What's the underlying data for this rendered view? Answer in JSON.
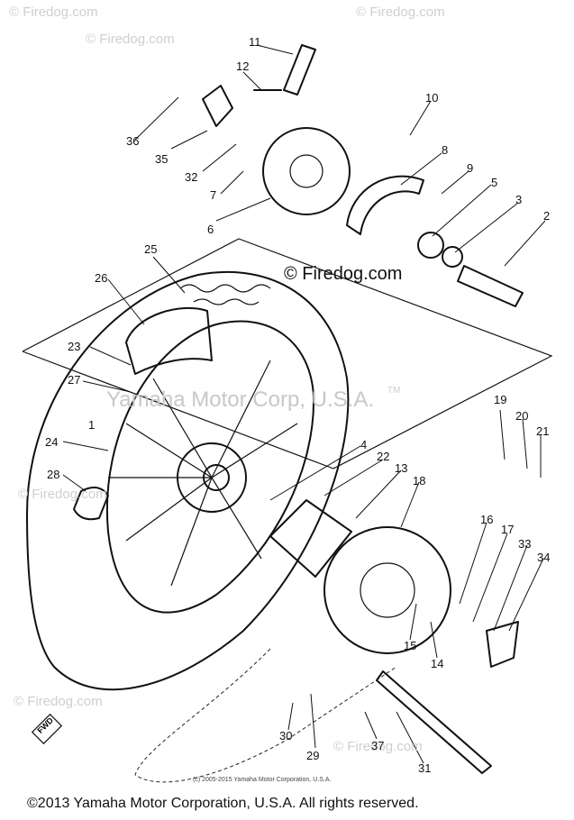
{
  "watermarks": {
    "corner_text": "© Firedog.com",
    "site_text": "© Firedog.com",
    "mfr_text": "Yamaha Motor Corp, U.S.A.",
    "tm": "TM"
  },
  "copyright": {
    "small": "(c) 2005-2015 Yamaha Motor Corporation, U.S.A.",
    "main": "©2013 Yamaha Motor Corporation, U.S.A. All rights reserved."
  },
  "fwd_label": "FWD",
  "callouts": [
    "1",
    "2",
    "3",
    "4",
    "5",
    "6",
    "7",
    "8",
    "9",
    "10",
    "11",
    "12",
    "13",
    "14",
    "15",
    "16",
    "17",
    "18",
    "19",
    "20",
    "21",
    "22",
    "23",
    "24",
    "25",
    "26",
    "27",
    "28",
    "29",
    "30",
    "31",
    "32",
    "33",
    "34",
    "35",
    "36",
    "37"
  ]
}
